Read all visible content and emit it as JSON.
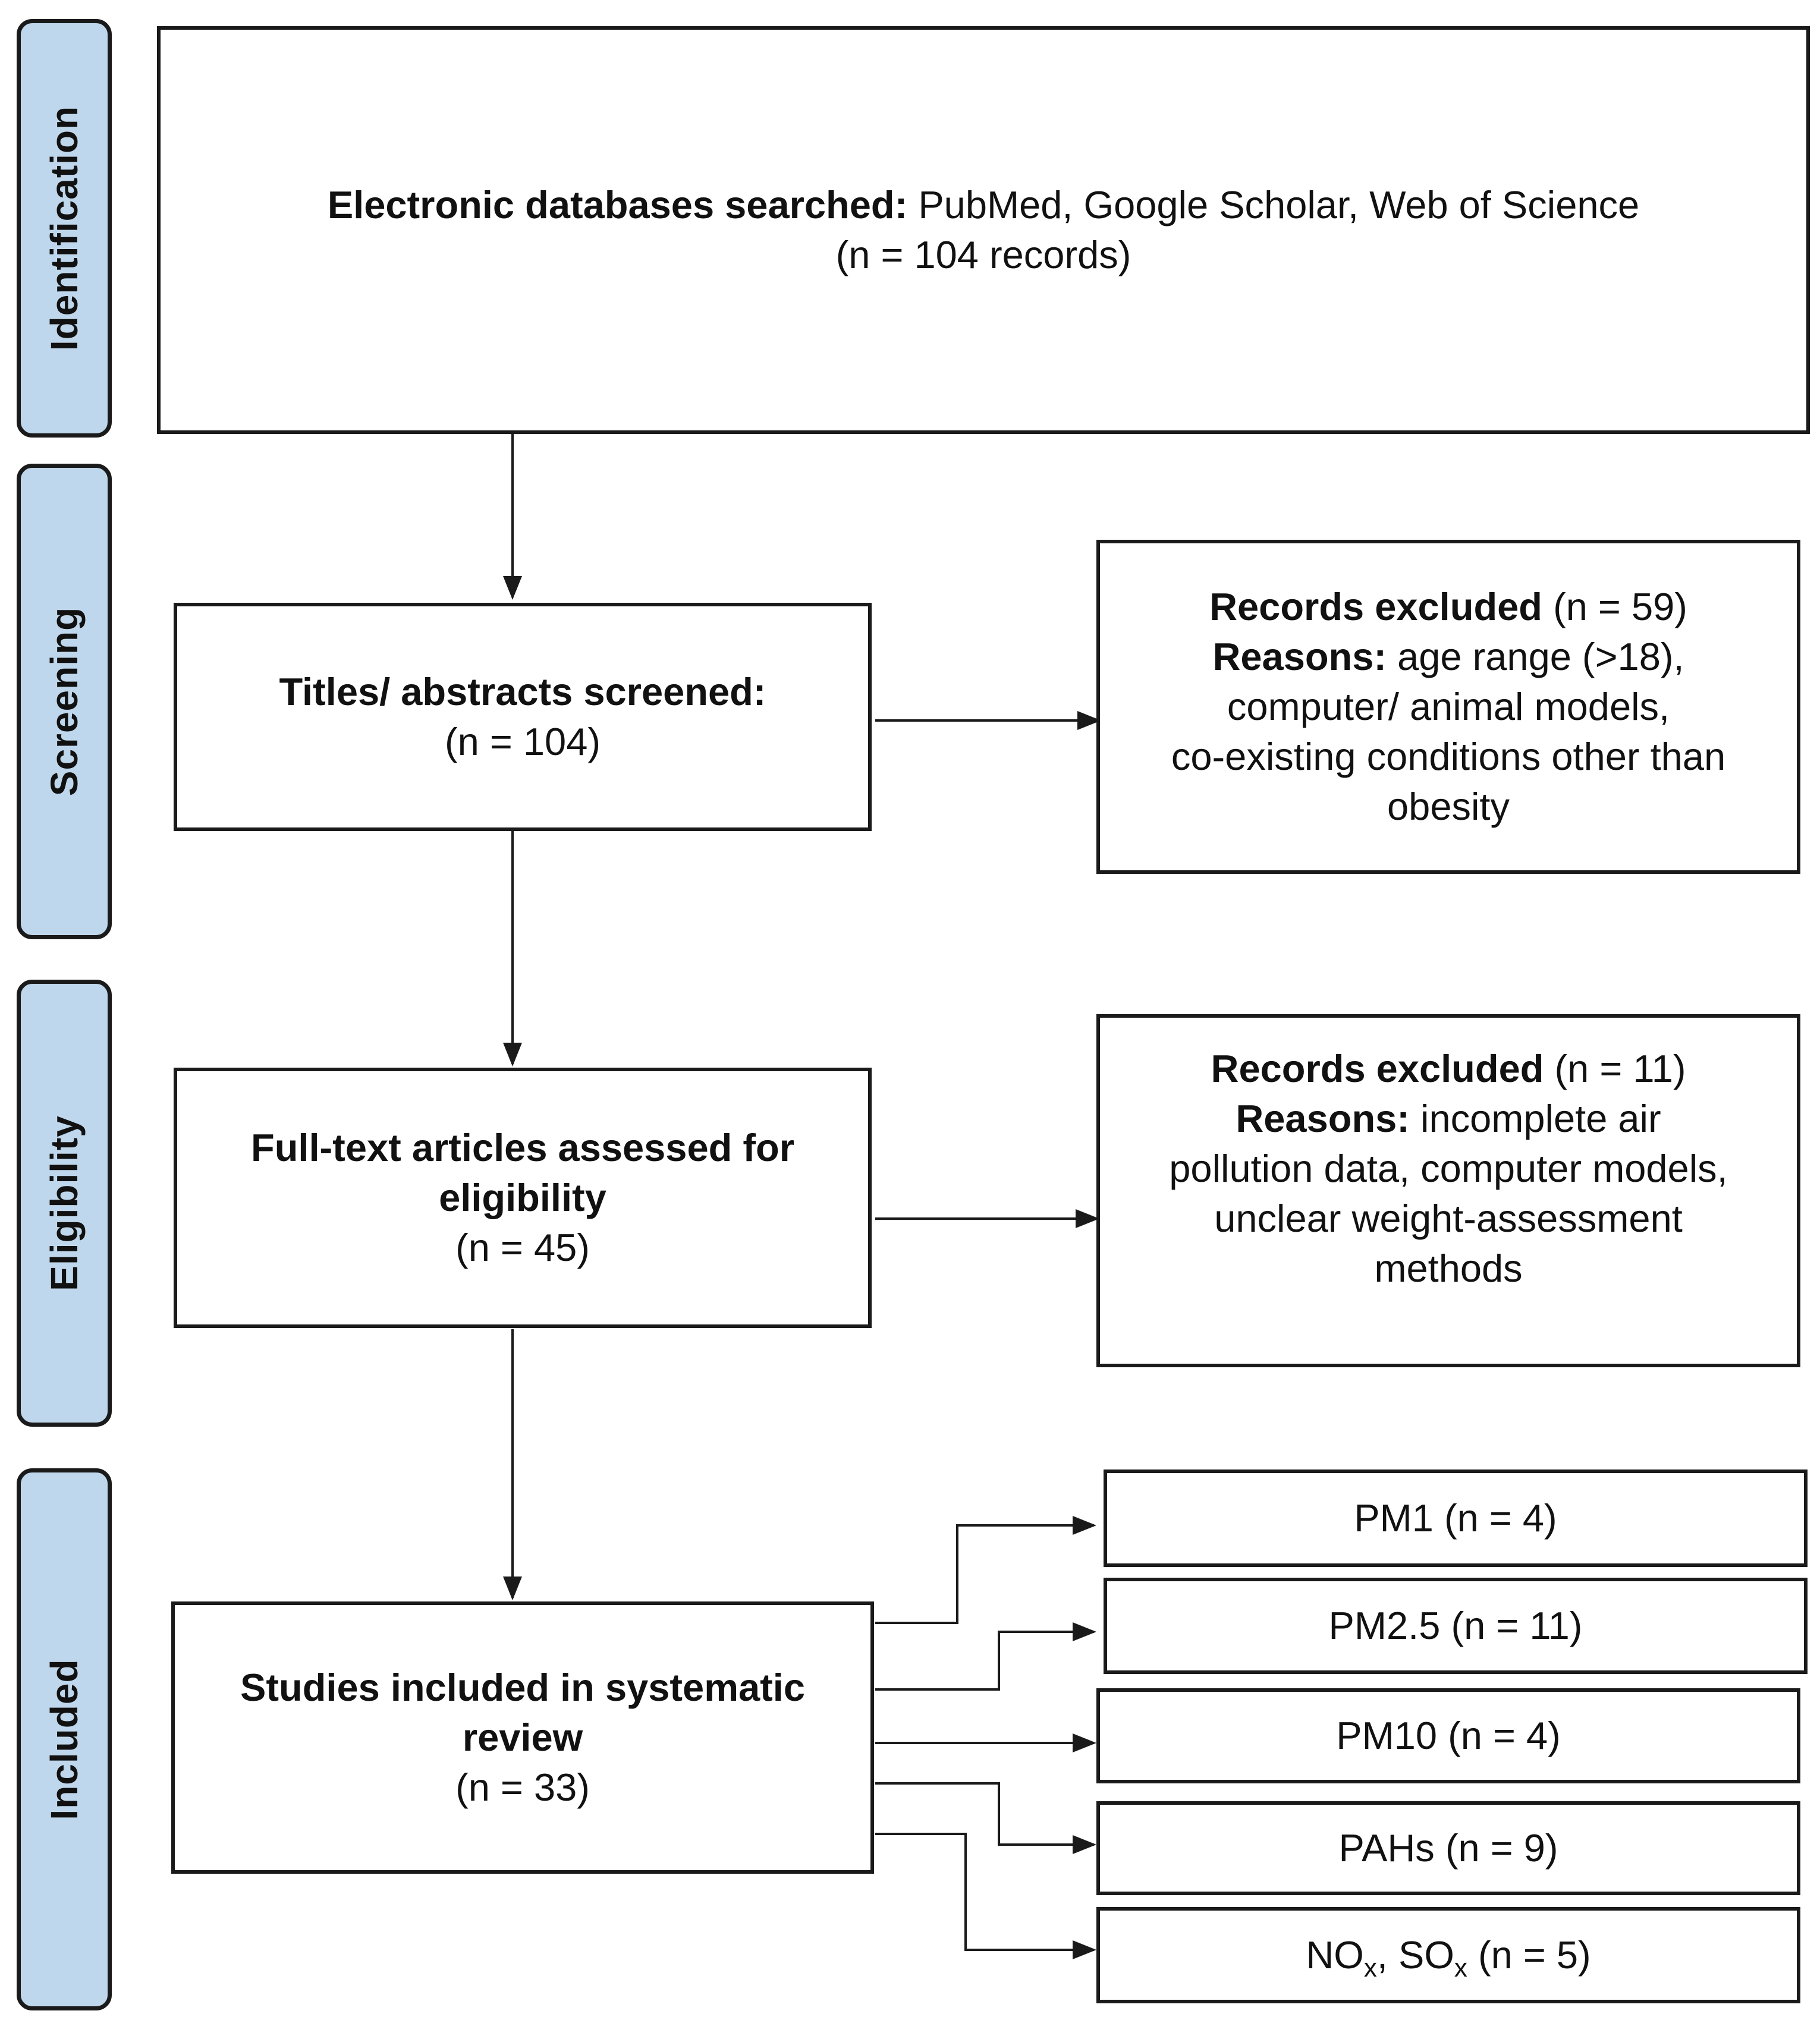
{
  "phases": {
    "identification": "Identification",
    "screening": "Screening",
    "eligibility": "Eligibility",
    "included": "Included"
  },
  "identification_box": {
    "label": "Electronic databases searched:",
    "text": " PubMed, Google Scholar, Web of Science",
    "count": "(n = 104 records)"
  },
  "screening_box": {
    "label": "Titles/ abstracts screened:",
    "count": "(n = 104)"
  },
  "screening_excluded": {
    "label": "Records excluded",
    "count": " (n = 59)",
    "reasons_label": "Reasons:",
    "reasons_1": " age range (>18),",
    "reasons_2": "computer/ animal models,",
    "reasons_3": "co-existing conditions other than",
    "reasons_4": "obesity"
  },
  "eligibility_box": {
    "label_1": "Full-text articles assessed for",
    "label_2": "eligibility",
    "count": "(n = 45)"
  },
  "eligibility_excluded": {
    "label": "Records excluded",
    "count": " (n = 11)",
    "reasons_label": "Reasons:",
    "reasons_1": " incomplete air",
    "reasons_2": "pollution data, computer models,",
    "reasons_3": "unclear weight-assessment",
    "reasons_4": "methods"
  },
  "included_box": {
    "label_1": "Studies included in systematic",
    "label_2": "review",
    "count": "(n = 33)"
  },
  "pollutants": {
    "pm1": "PM1 (n = 4)",
    "pm25": "PM2.5 (n = 11)",
    "pm10": "PM10 (n = 4)",
    "pahs": "PAHs (n = 9)",
    "nox_no": "NO",
    "nox_sub": "x",
    "nox_sep": ", SO",
    "sox_sub": "x",
    "nox_count": " (n = 5)"
  }
}
